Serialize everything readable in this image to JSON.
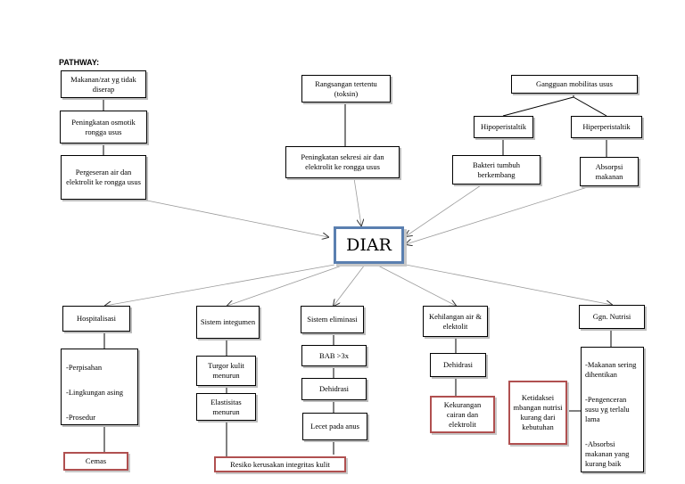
{
  "title": "PATHWAY:",
  "center": "DIAR",
  "boxes": {
    "makanan": "Makanan/zat yg tidak diserap",
    "osmotik": "Peningkatan osmotik rongga usus",
    "pergeseran": "Pergeseran air dan elektrolit ke rongga usus",
    "rangsangan": "Rangsangan tertentu (toksin)",
    "sekresi": "Peningkatan sekresi air dan elektrolit ke rongga usus",
    "gangguan": "Gangguan mobilitas usus",
    "hipo": "Hipoperistaltik",
    "hiper": "Hiperperistaltik",
    "bakteri": "Bakteri tumbuh berkembang",
    "absorpsi": "Absorpsi makanan",
    "hospitalisasi": "Hospitalisasi",
    "integumen": "Sistem integumen",
    "eliminasi": "Sistem eliminasi",
    "kehilangan": "Kehilangan air & elektolit",
    "nutrisi": "Ggn. Nutrisi",
    "turgor": "Turgor kulit menurun",
    "elastisitas": "Elastisitas menurun",
    "bab": "BAB >3x",
    "dehidrasi1": "Dehidrasi",
    "lecet": "Lecet pada anus",
    "dehidrasi2": "Dehidrasi",
    "kekurangan": "Kekurangan cairan dan elektrolit",
    "ketidakseimbangan": "Ketidaksei mbangan nutrisi kurang dari kebutuhan",
    "cemas": "Cemas",
    "resiko": "Resiko kerusakan integritas kulit"
  },
  "hospital_list": [
    "-Perpisahan",
    "-Lingkungan asing",
    "-Prosedur"
  ],
  "nutrisi_list": [
    "-Makanan sering dihentikan",
    "-Pengenceran susu yg terlalu lama",
    "-Absorbsi makanan yang kurang baik"
  ]
}
